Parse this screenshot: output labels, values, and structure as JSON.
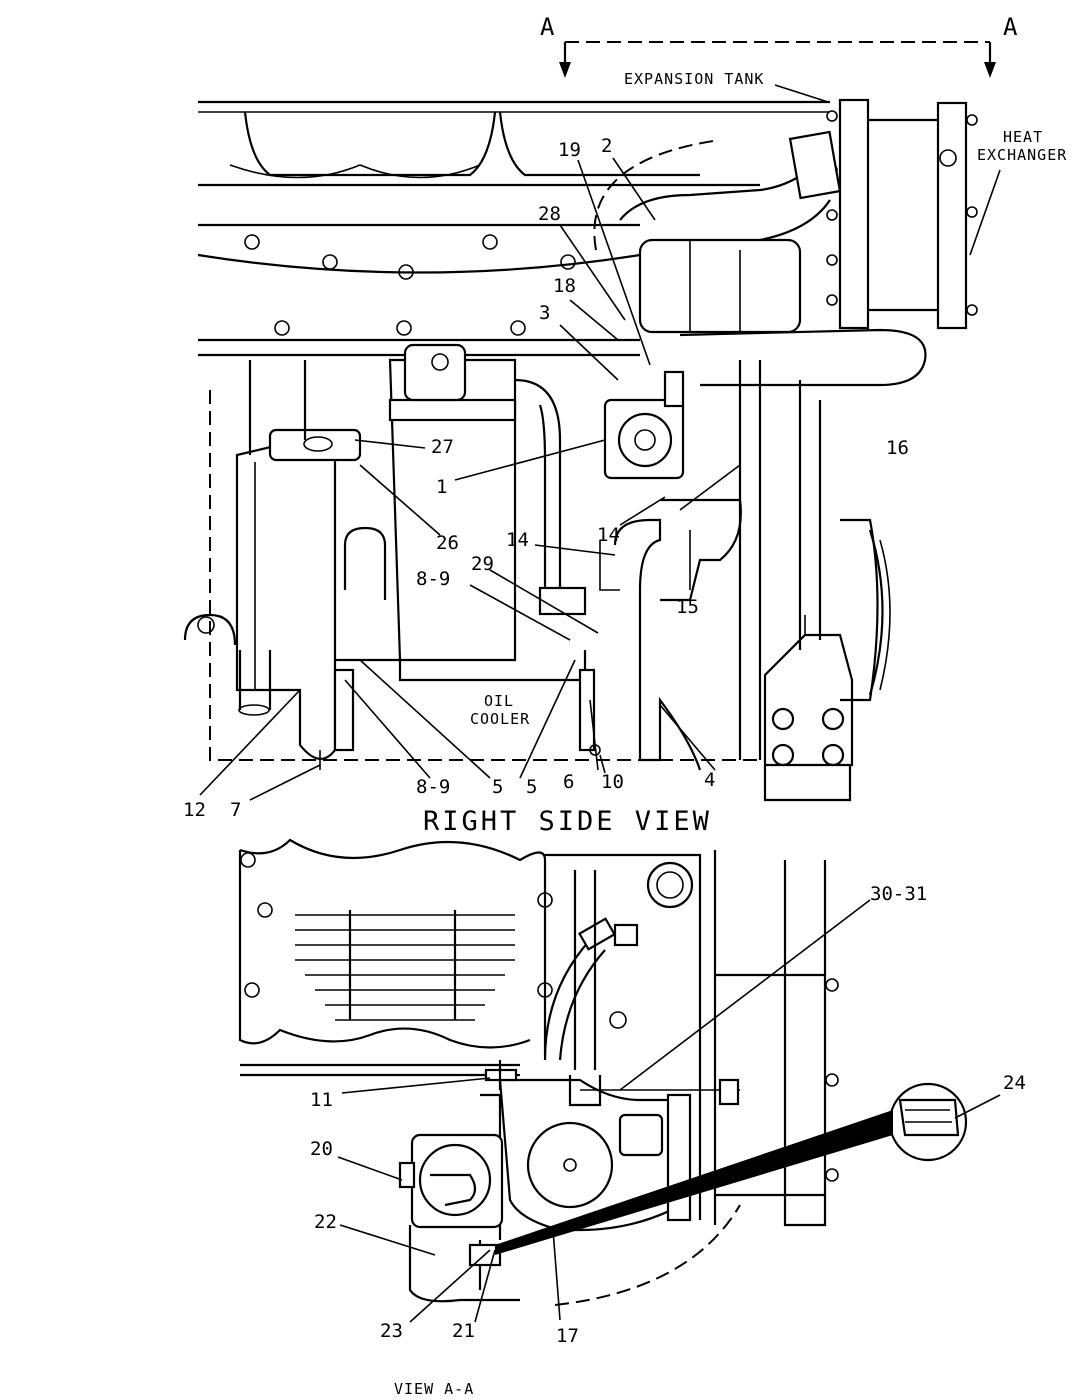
{
  "titles": {
    "right_side_view": "RIGHT SIDE VIEW",
    "view_a_a": "VIEW A-A"
  },
  "notes": {
    "expansion_tank": "EXPANSION TANK",
    "heat": "HEAT",
    "exchanger": "EXCHANGER",
    "oil": "OIL",
    "cooler": "COOLER"
  },
  "section": {
    "left_marker": "A",
    "right_marker": "A"
  },
  "callouts": {
    "c1": "1",
    "c2": "2",
    "c3": "3",
    "c4": "4",
    "c5a": "5",
    "c5b": "5",
    "c6": "6",
    "c7": "7",
    "c8_9a": "8-9",
    "c8_9b": "8-9",
    "c10": "10",
    "c11": "11",
    "c12": "12",
    "c14a": "14",
    "c14b": "14",
    "c15": "15",
    "c16": "16",
    "c17": "17",
    "c18": "18",
    "c19": "19",
    "c20": "20",
    "c21": "21",
    "c22": "22",
    "c23": "23",
    "c24": "24",
    "c26": "26",
    "c27": "27",
    "c28": "28",
    "c29": "29",
    "c30_31": "30-31"
  }
}
